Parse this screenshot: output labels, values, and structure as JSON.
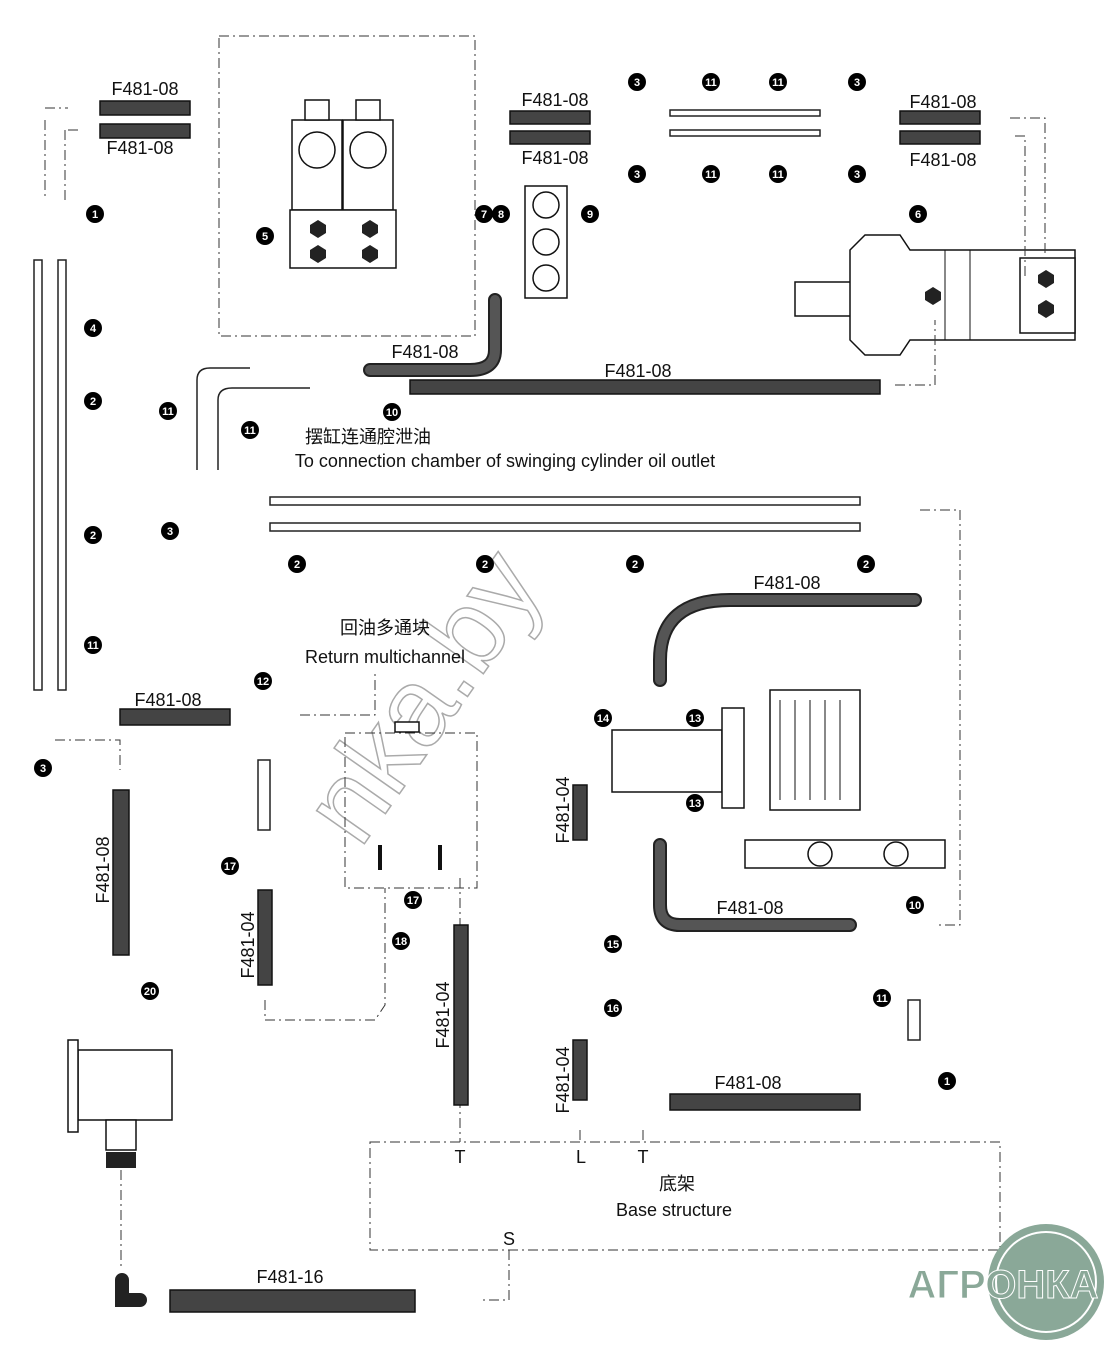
{
  "hoses": [
    {
      "label": "F481-08"
    },
    {
      "label": "F481-08"
    },
    {
      "label": "F481-08"
    },
    {
      "label": "F481-08"
    },
    {
      "label": "F481-08"
    },
    {
      "label": "F481-08"
    },
    {
      "label": "F481-08"
    },
    {
      "label": "F481-08"
    },
    {
      "label": "F481-08"
    },
    {
      "label": "F481-08"
    },
    {
      "label": "F481-08"
    },
    {
      "label": "F481-04"
    },
    {
      "label": "F481-04"
    },
    {
      "label": "F481-04"
    },
    {
      "label": "F481-04"
    },
    {
      "label": "F481-08"
    },
    {
      "label": "F481-08"
    },
    {
      "label": "F481-16"
    }
  ],
  "callouts": [
    "1",
    "4",
    "2",
    "2",
    "11",
    "3",
    "5",
    "7",
    "8",
    "9",
    "6",
    "3",
    "11",
    "11",
    "3",
    "3",
    "11",
    "11",
    "3",
    "11",
    "10",
    "11",
    "3",
    "2",
    "2",
    "2",
    "2",
    "12",
    "14",
    "13",
    "13",
    "17",
    "17",
    "18",
    "15",
    "16",
    "20",
    "10",
    "11",
    "1"
  ],
  "annotations": {
    "drain_cn": "摆缸连通腔泄油",
    "drain_en": "To connection chamber of swinging cylinder oil outlet",
    "return_cn": "回油多通块",
    "return_en": "Return multichannel",
    "base_cn": "底架",
    "base_en": "Base structure"
  },
  "ports": {
    "t1": "T",
    "l": "L",
    "t2": "T",
    "s": "S"
  },
  "watermark": "nka.by",
  "logo": {
    "text": "АГРОНКА",
    "color": "#8aa898"
  }
}
